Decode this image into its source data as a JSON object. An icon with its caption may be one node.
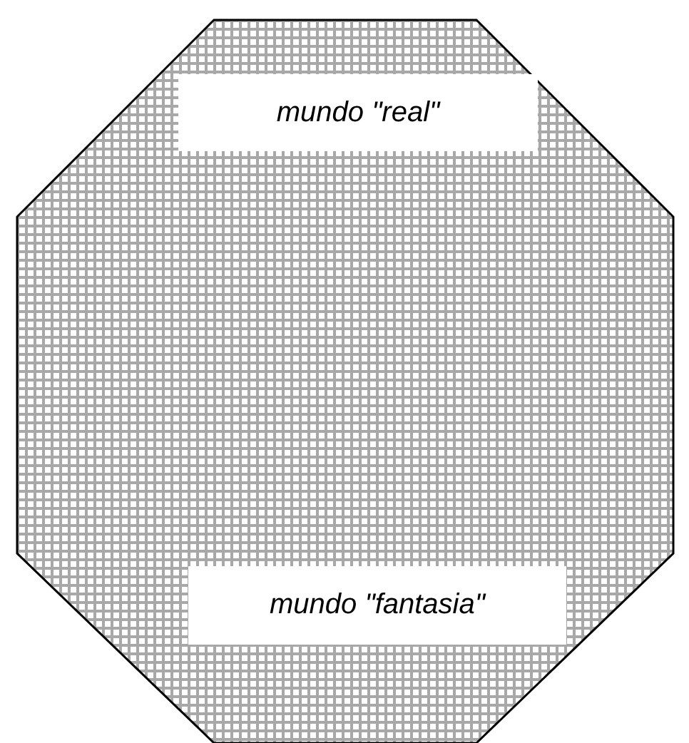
{
  "diagram": {
    "nodes": [
      {
        "text": [],
        "shape": "octagon"
      },
      {
        "text": [
          "mundo \"real\""
        ],
        "in": 0
      },
      {
        "text": [
          "mundo \"fantasia\""
        ],
        "in": 0
      }
    ]
  }
}
